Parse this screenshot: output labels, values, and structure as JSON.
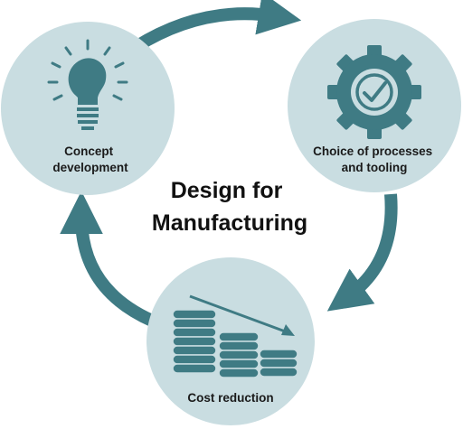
{
  "title": {
    "line1": "Design for",
    "line2": "Manufacturing"
  },
  "nodes": [
    {
      "id": "concept",
      "line1": "Concept",
      "line2": "development",
      "icon": "lightbulb-icon"
    },
    {
      "id": "process",
      "line1": "Choice of processes",
      "line2": "and tooling",
      "icon": "gear-check-icon"
    },
    {
      "id": "cost",
      "line1": "Cost reduction",
      "icon": "coin-stacks-icon"
    }
  ],
  "colors": {
    "circle_fill": "#c9dde1",
    "arrow": "#3f7b84",
    "icon": "#3f7b84",
    "text": "#1a1a1a"
  }
}
